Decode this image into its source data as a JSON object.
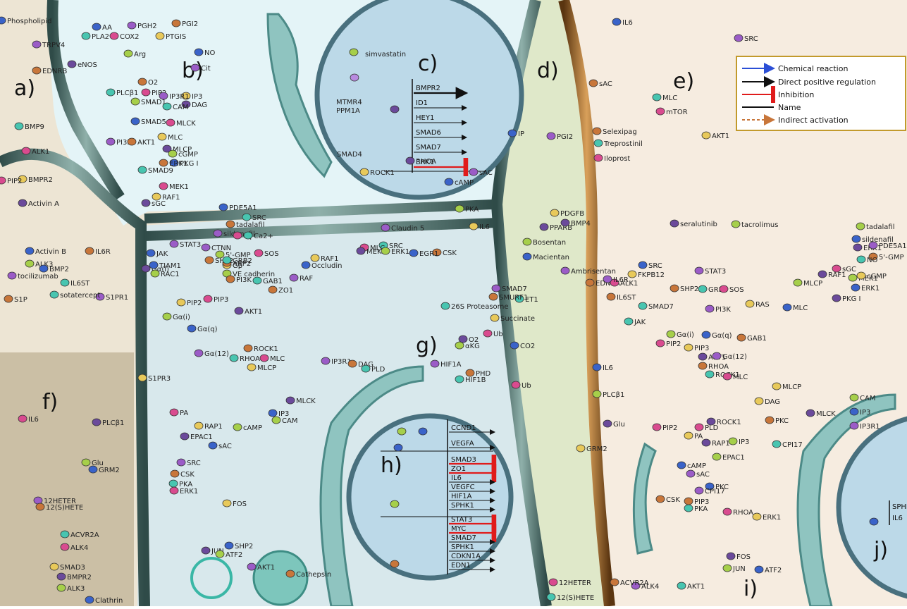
{
  "panels": {
    "a": "a)",
    "b": "b)",
    "c": "c)",
    "d": "d)",
    "e": "e)",
    "f": "f)",
    "g": "g)",
    "h": "h)",
    "i": "i)",
    "j": "j)"
  },
  "legend": {
    "chemical": "Chemical reaction",
    "positive": "Direct positive regulation",
    "inhibition": "Inhibition",
    "name": "Name",
    "indirect": "Indirect activation"
  },
  "colors": {
    "chemical": "#2b4fd6",
    "inhibition": "#e01b1b",
    "indirect": "#c8763a",
    "cytoplasm_left": "#e6f5f8",
    "cytoplasm_lower": "#dbeaee",
    "cytoplasm_right": "#f7ede2",
    "nucleus": "#b9d8e8",
    "extracell": "#efe7d8",
    "membrane": "#5c7c78"
  },
  "nucleus_c": {
    "genes": [
      "BMPR2",
      "ID1",
      "HEY1",
      "SMAD6",
      "SMAD7",
      "ERK1"
    ],
    "left": [
      "simvastatin",
      "MTMR4",
      "PPM1A",
      "SMAD4"
    ]
  },
  "nucleus_h": {
    "group1": [
      "CCND1",
      "VEGFA"
    ],
    "group2": [
      "SMAD3",
      "ZO1",
      "IL6",
      "VEGFC",
      "HIF1A",
      "SPHK1"
    ],
    "group3": [
      "STAT3",
      "MYC",
      "SMAD7",
      "SPHK1",
      "CDKN1A",
      "EDN1"
    ]
  },
  "nucleus_j": {
    "genes": [
      "SPHK1",
      "IL6"
    ]
  },
  "labels": {
    "a": [
      "Phospholipid",
      "TRPV4",
      "EDNRB",
      "BMP9",
      "ALK1",
      "BMPR2",
      "Activin A",
      "ALK3",
      "BMP2",
      "S1PR1",
      "S1P",
      "sotatercept"
    ],
    "b": [
      "AA",
      "PGH2",
      "PGI2",
      "PLA2",
      "COX2",
      "PTGIS",
      "eNOS",
      "Arg",
      "NO",
      "Cit",
      "O2",
      "PLCβ1",
      "PIP2",
      "IP3",
      "DAG",
      "SMAD1",
      "SMAD5",
      "PI3K",
      "AKT1",
      "CAM",
      "MLCK",
      "MLC",
      "MLCP",
      "cGMP",
      "PKG I",
      "IP3R1",
      "ERK1",
      "SMAD9",
      "MEK1",
      "RAF1",
      "sGC",
      "5'-GMP",
      "PDE5A1",
      "sildenafil",
      "tadalafil",
      "SRC",
      "Gγ",
      "Gβ",
      "Gα(i)",
      "RAC1",
      "TIAM1",
      "CTNN",
      "ARP2",
      "Ca2+"
    ],
    "junction": [
      "VE cadherin",
      "Occludin",
      "Claudin 5",
      "ZO1"
    ],
    "c_cyto": [
      "ROCK1",
      "RHOA",
      "PKA",
      "cAMP",
      "sAC",
      "CSK",
      "SRC",
      "MLC",
      "IL6",
      "PPARB"
    ],
    "d": [
      "IP",
      "PGI2",
      "Selexipag",
      "Treprostinil",
      "Iloprost",
      "PDGFB",
      "BMP4",
      "Bosentan",
      "Macientan",
      "Ambrisentan",
      "EDNRA",
      "ET1",
      "ALK1",
      "FKPB12",
      "seralutinib",
      "tacrolimus"
    ],
    "e": [
      "IL6",
      "SRC",
      "sAC",
      "MLC",
      "mTOR",
      "AKT1"
    ],
    "f": [
      "Activin B",
      "tocilizumab",
      "IL6R",
      "IL6ST",
      "IL6",
      "S1PR3",
      "PLCβ1",
      "Glu",
      "GRM2",
      "12HETER",
      "12(S)HETE",
      "ACVR2A",
      "ALK4",
      "SMAD3",
      "BMPR2",
      "ALK3",
      "Clathrin"
    ],
    "g": [
      "JAK",
      "STAT3",
      "SHP2",
      "GRB2",
      "SOS",
      "RAF1",
      "MEK1",
      "ERK1",
      "EGR1",
      "RAF",
      "PI3K",
      "GAB1",
      "PIP3",
      "PIP2",
      "AKT1",
      "Gα(i)",
      "Gα(q)",
      "Gα(12)",
      "ROCK1",
      "RHOA",
      "MLC",
      "MLCP",
      "MLCK",
      "CAM",
      "IP3",
      "IP3R1",
      "DAG",
      "PLD",
      "PA",
      "RAP1",
      "EPAC1",
      "cAMP",
      "sAC",
      "SRC",
      "CSK",
      "PKA",
      "ERK1",
      "FOS",
      "JUN",
      "ATF2",
      "SHP2",
      "AKT1",
      "Cathepsin"
    ],
    "proteasome": [
      "SMAD7",
      "SMURF1",
      "26S Proteasome",
      "Ub",
      "Succinate",
      "O2",
      "αKG",
      "CO2",
      "HIF1A",
      "PHD",
      "HIF1B",
      "Ub"
    ],
    "i": [
      "SRC",
      "STAT3",
      "SHP2",
      "GRB2",
      "SOS",
      "RAS",
      "RAF1",
      "MEK1",
      "ERK1",
      "PI3K",
      "GAB1",
      "JAK",
      "PIP2",
      "PIP3",
      "AKT1",
      "Gα(i)",
      "Gα(q)",
      "Gα(12)",
      "RHOA",
      "ROCK1",
      "MLC",
      "MLCP",
      "MLCK",
      "CAM",
      "IP3",
      "IP3R1",
      "PKC",
      "CPI17",
      "PLD",
      "PA",
      "RAP1",
      "EPAC1",
      "cAMP",
      "sAC",
      "CSK",
      "PKA",
      "RHOA",
      "ERK1",
      "FOS",
      "JUN",
      "ATF2",
      "ALK4",
      "ACVR2A",
      "12(S)HETE",
      "12HETER",
      "GRM2",
      "Glu",
      "PLCβ1",
      "IL6",
      "IL6R",
      "IL6ST",
      "SMAD7",
      "PIP2",
      "DAG",
      "ROCK1",
      "IP3",
      "PKC",
      "CPI17",
      "PIP3",
      "AKT1",
      "PIP2"
    ],
    "i_right": [
      "ERK1",
      "tadalafil",
      "sildenafil",
      "PDE5A1",
      "5'-GMP",
      "NO",
      "sGC",
      "cGMP",
      "PKG I",
      "MLCP",
      "MLC"
    ]
  }
}
